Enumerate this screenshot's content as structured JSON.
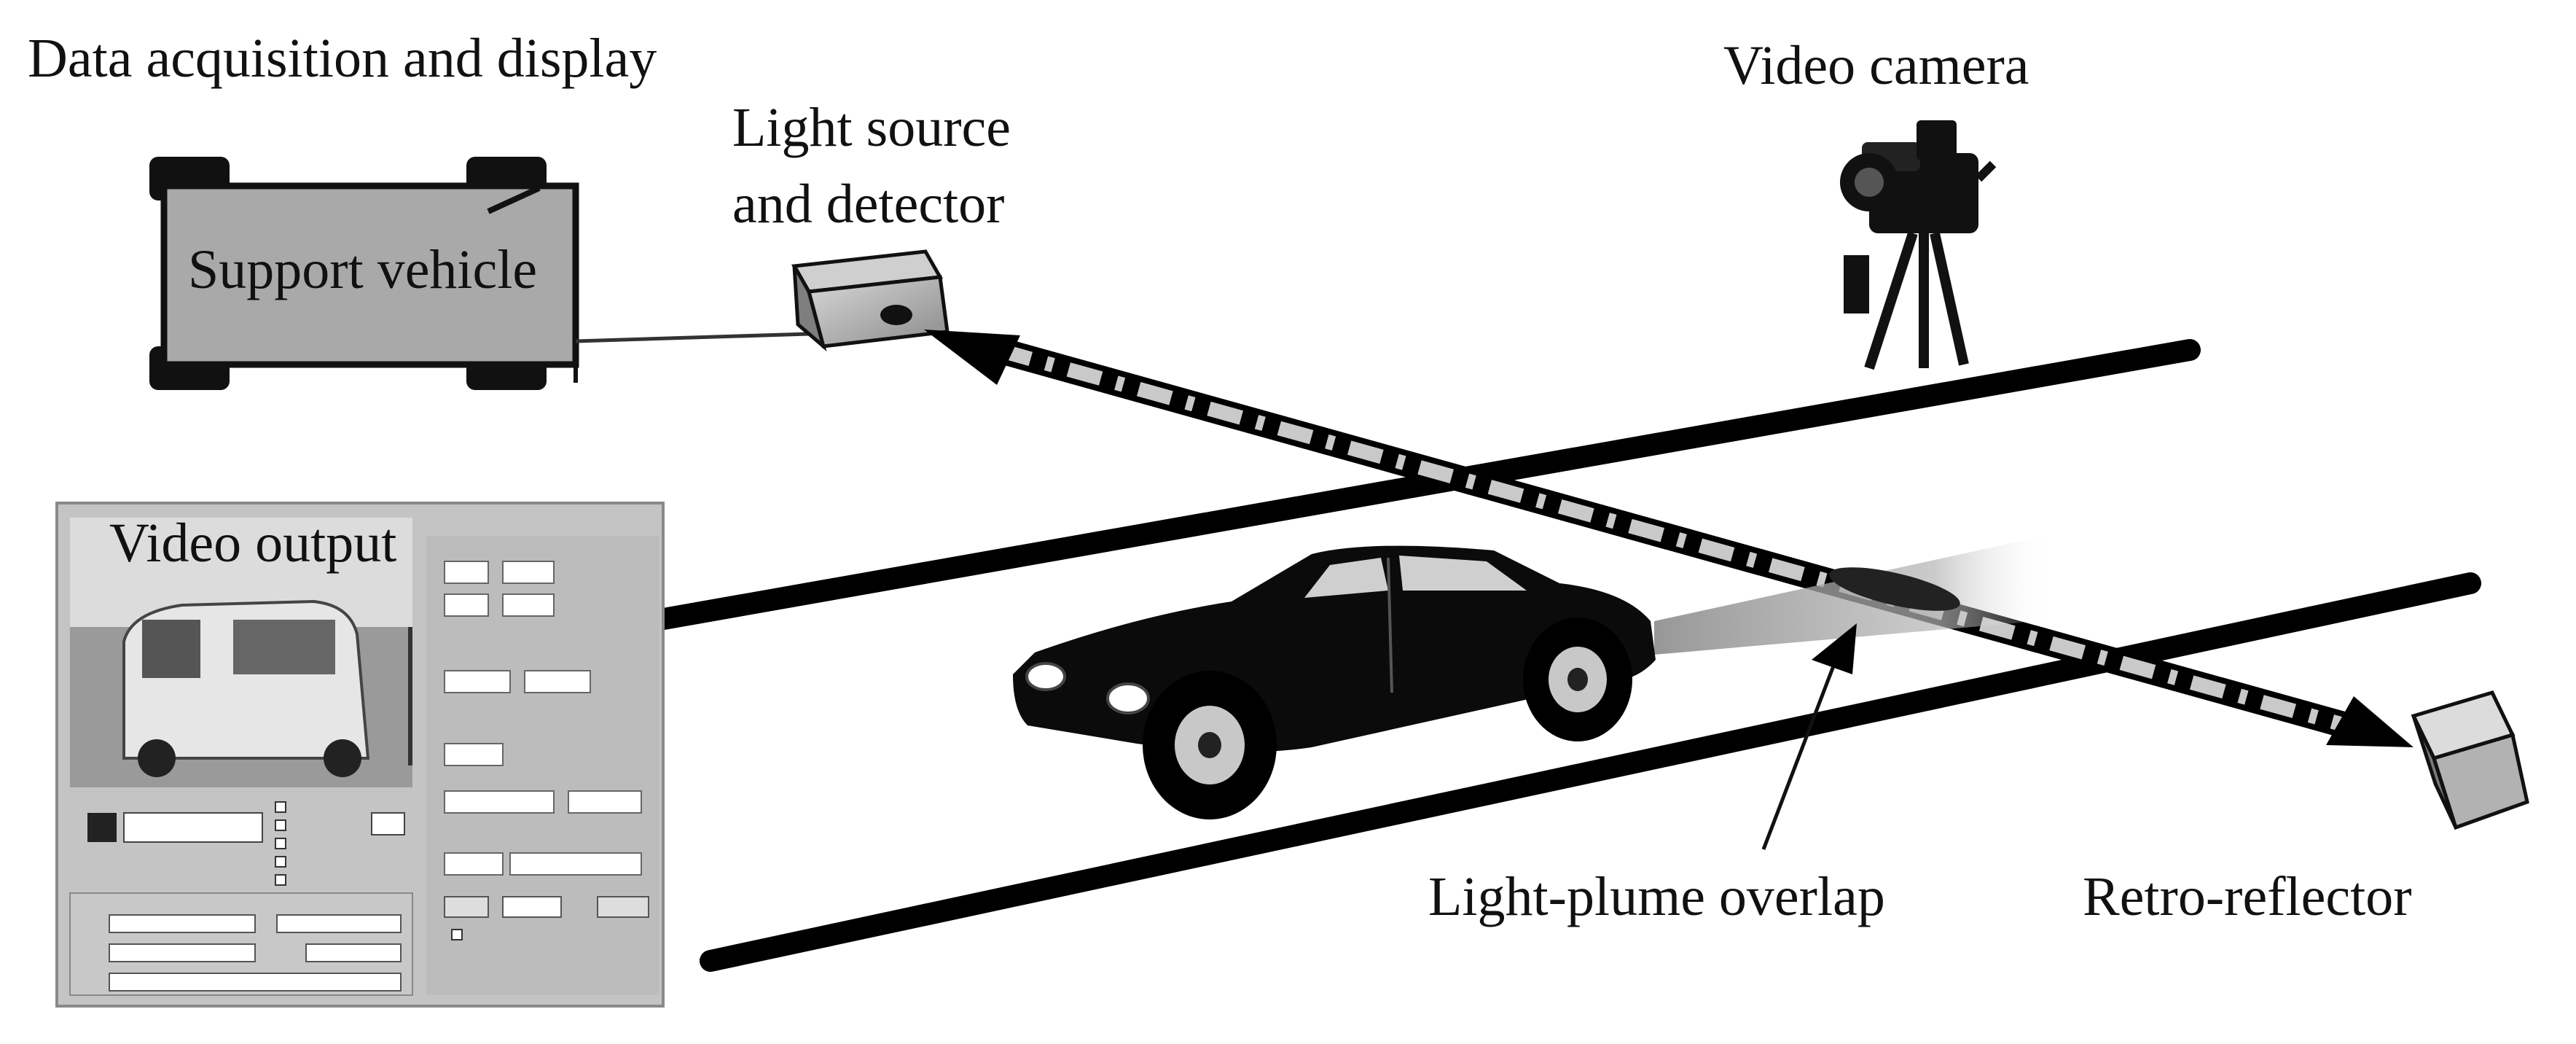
{
  "labels": {
    "data_acquisition": "Data acquisition and display",
    "light_source_line1": "Light source",
    "light_source_line2": "and detector",
    "video_camera": "Video camera",
    "support_vehicle": "Support vehicle",
    "video_output": "Video output",
    "light_plume_overlap": "Light-plume overlap",
    "retro_reflector": "Retro-reflector"
  }
}
